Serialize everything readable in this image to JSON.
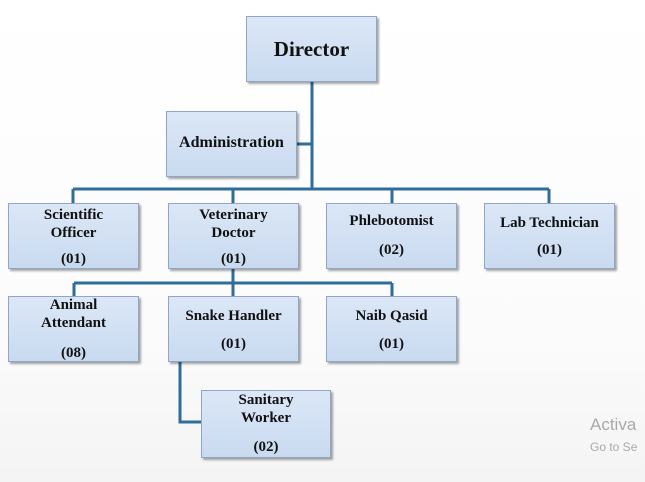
{
  "org_chart": {
    "director": "Director",
    "administration": "Administration",
    "scientific_officer": {
      "title": "Scientific Officer",
      "count": "(01)"
    },
    "veterinary_doctor": {
      "title": "Veterinary Doctor",
      "count": "(01)"
    },
    "phlebotomist": {
      "title": "Phlebotomist",
      "count": "(02)"
    },
    "lab_technician": {
      "title": "Lab Technician",
      "count": "(01)"
    },
    "animal_attendant": {
      "title": "Animal Attendant",
      "count": "(08)"
    },
    "snake_handler": {
      "title": "Snake Handler",
      "count": "(01)"
    },
    "naib_qasid": {
      "title": "Naib Qasid",
      "count": "(01)"
    },
    "sanitary_worker": {
      "title": "Sanitary Worker",
      "count": "(02)"
    }
  },
  "watermark": {
    "line1": "Activa",
    "line2": "Go to Se"
  },
  "colors": {
    "connector": "#2f6d9a",
    "box_fill": "#cfdcf0",
    "box_border": "#8fa7c7"
  }
}
